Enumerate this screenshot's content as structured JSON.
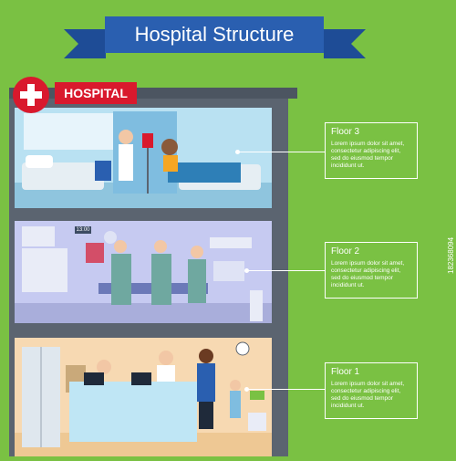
{
  "title": "Hospital Structure",
  "logo": {
    "text": "HOSPITAL",
    "icon": "medical-cross-icon"
  },
  "floors": [
    {
      "label": "Floor 3",
      "text": [
        "Lorem ipsum dolor sit amet,",
        "consectetur adipiscing elit,",
        "sed do eiusmod tempor",
        "incididunt ut."
      ]
    },
    {
      "label": "Floor 2",
      "text": [
        "Lorem ipsum dolor sit amet,",
        "consectetur adipiscing elit,",
        "sed do eiusmod tempor",
        "incididunt ut."
      ]
    },
    {
      "label": "Floor 1",
      "text": [
        "Lorem ipsum dolor sit amet,",
        "consectetur adipiscing elit,",
        "sed do eiusmod tempor",
        "incididunt ut."
      ]
    }
  ],
  "clock": "13:00",
  "stock_id": "182368094",
  "colors": {
    "background": "#7ac143",
    "banner": "#2a5fb0",
    "logo": "#d9192d",
    "wall": "#5b6470"
  }
}
